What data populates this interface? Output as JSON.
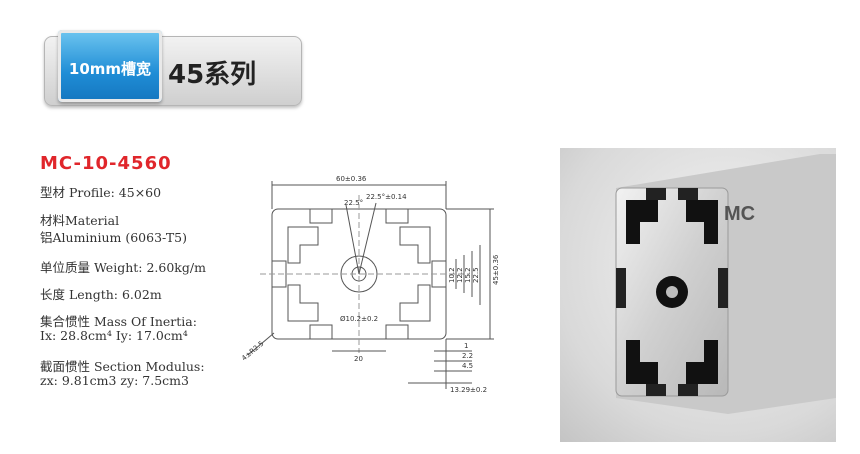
{
  "header": {
    "slot_width": "10mm槽宽",
    "series": "45系列"
  },
  "product": {
    "model": "MC-10-4560",
    "profile": "型材 Profile: 45×60",
    "material_label": "材料Material",
    "material_value": "铝Aluminium (6063-T5)",
    "weight": "单位质量 Weight: 2.60kg/m",
    "length": "长度 Length: 6.02m",
    "inertia_label": "集合惯性 Mass Of Inertia:",
    "inertia_values": "Ix: 28.8cm⁴  Iy: 17.0cm⁴",
    "modulus_label": "截面惯性 Section Modulus:",
    "modulus_values": "zx: 9.81cm3  zy: 7.5cm3"
  },
  "drawing": {
    "width_dim": "60±0.36",
    "angle_1": "22.5°",
    "angle_2": "22.5°±0.14",
    "height_dim": "45±0.36",
    "dim_10_2": "10.2",
    "dim_12_2": "12.2",
    "dim_15_2": "15.2",
    "dim_22_5": "22.5",
    "hole": "Ø10.2±0.2",
    "dim_20": "20",
    "corner": "4±R2.5",
    "dim_1": "1",
    "dim_2_2": "2.2",
    "dim_4_5": "4.5",
    "dim_13_29": "13.29±0.2"
  },
  "photo": {
    "brand": "MC"
  }
}
